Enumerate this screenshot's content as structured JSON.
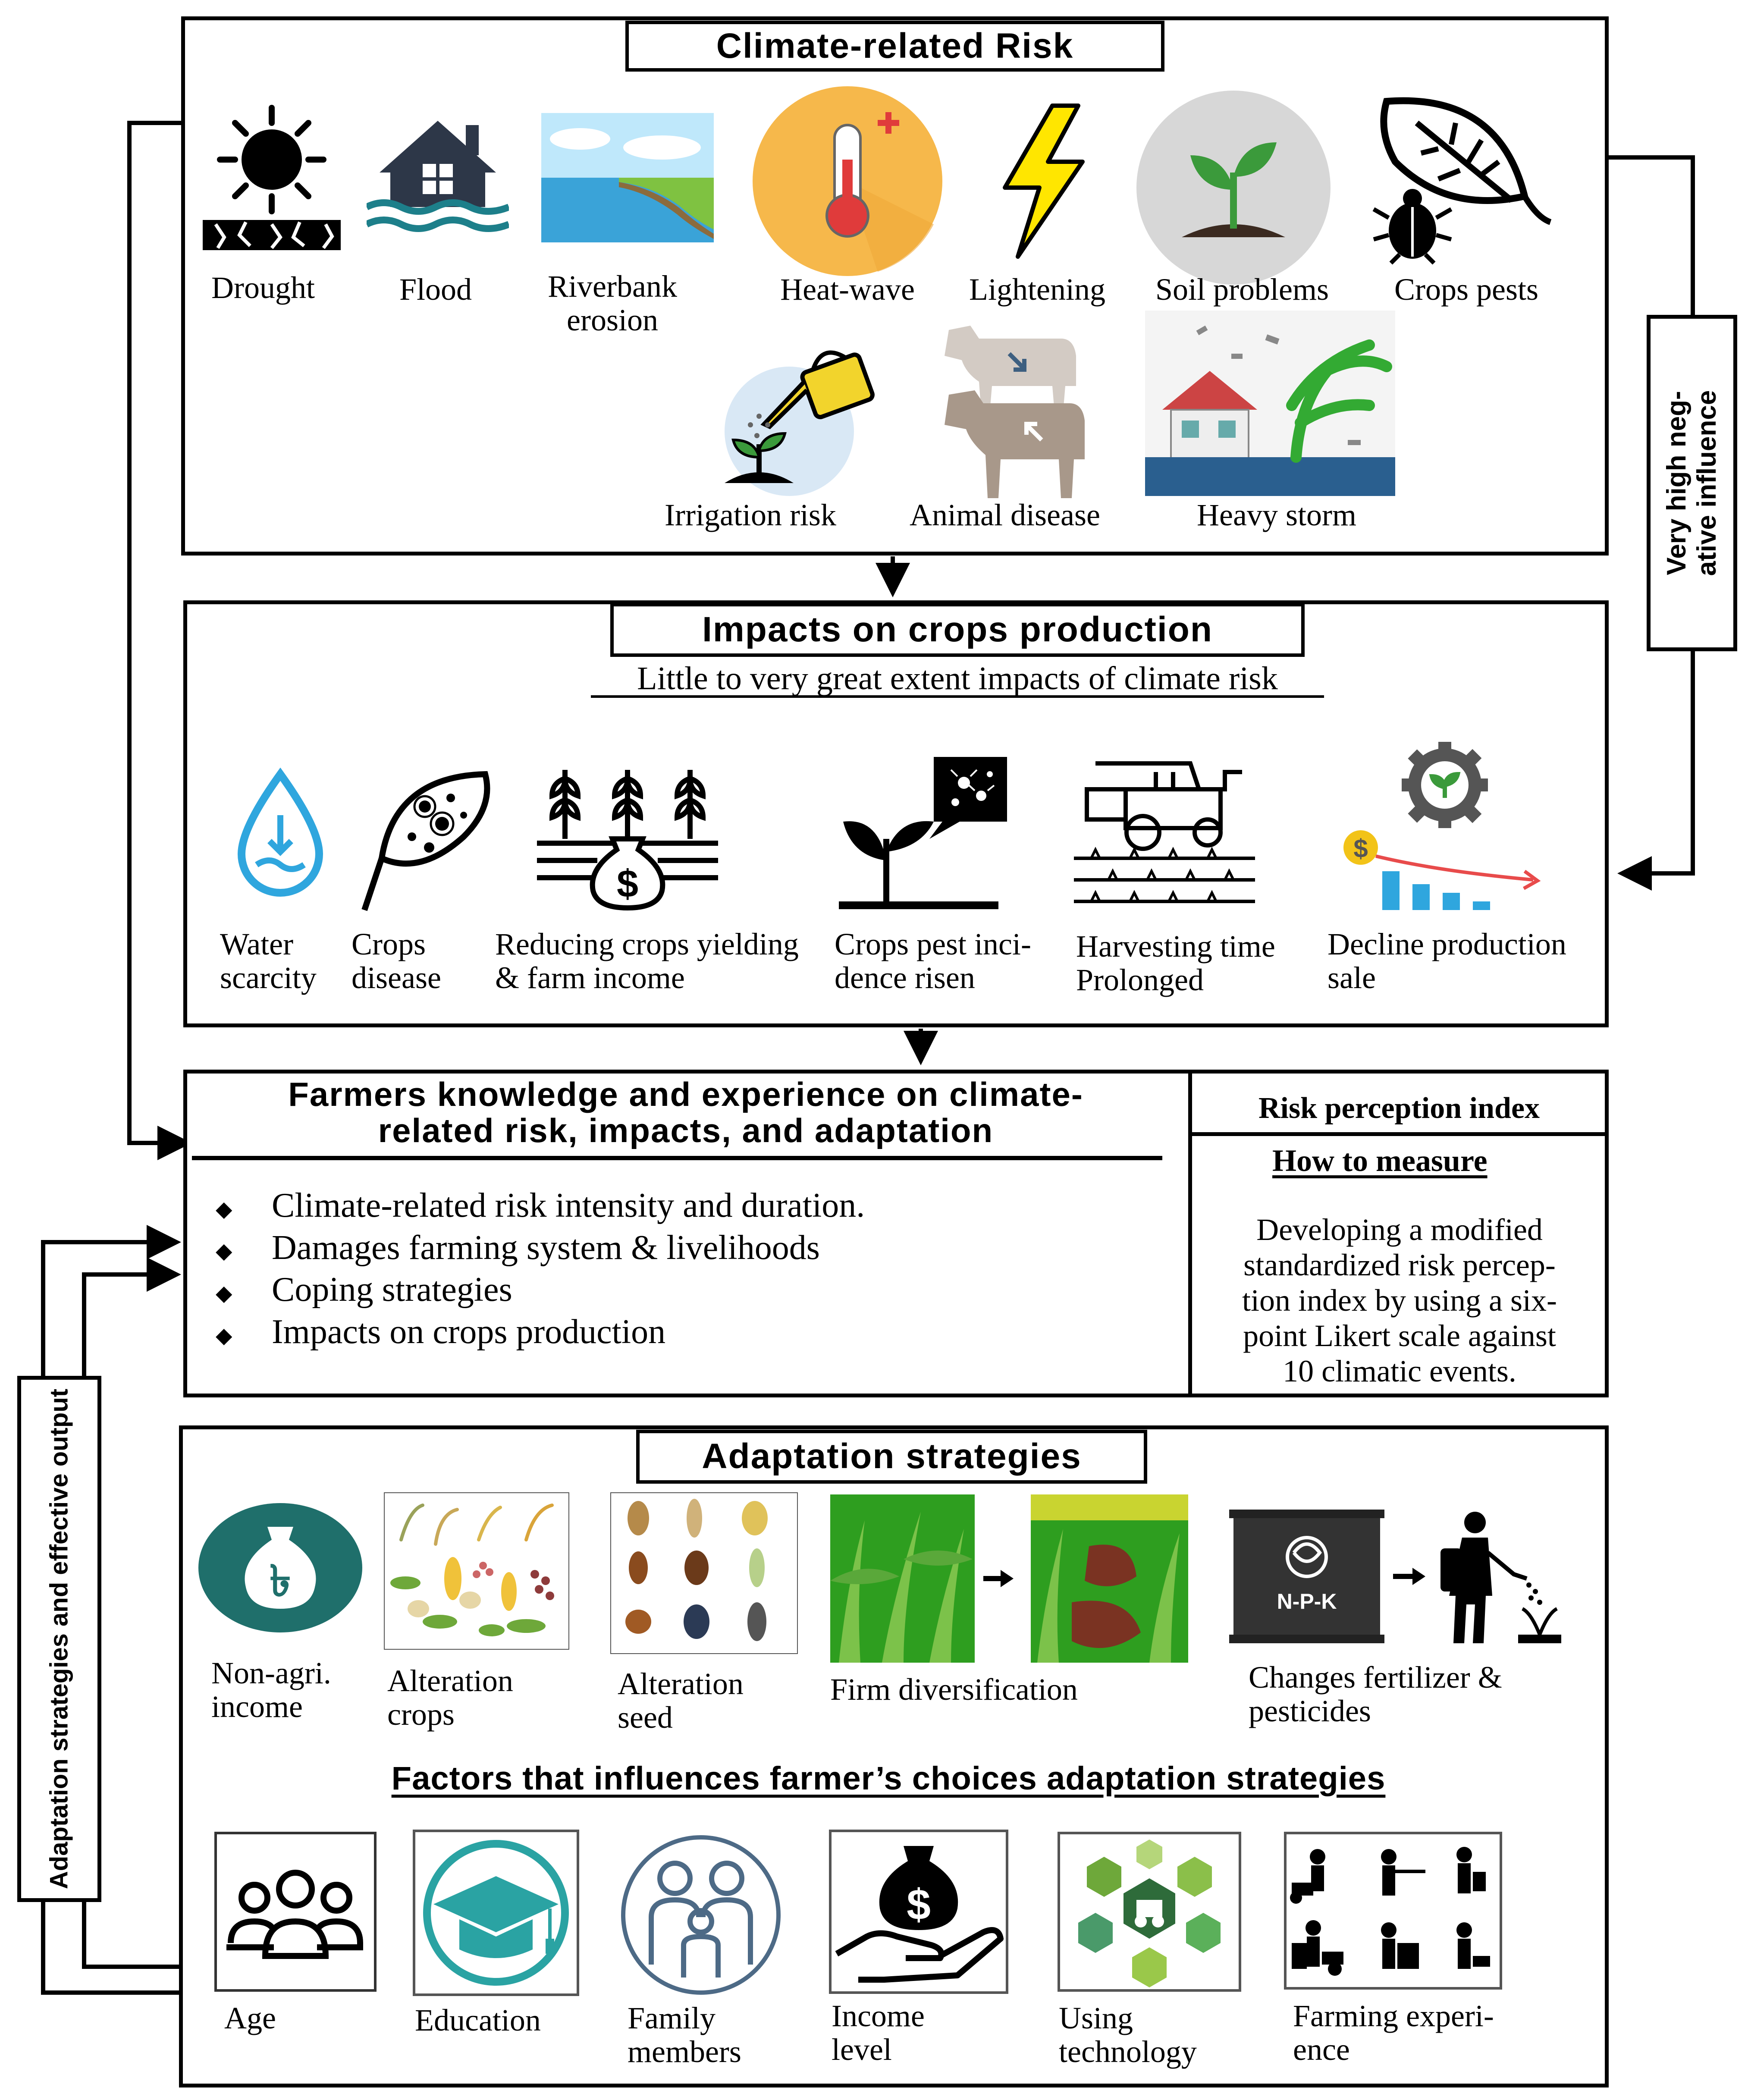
{
  "climate_risk": {
    "title": "Climate-related Risk",
    "items": [
      {
        "label": "Drought",
        "icon": "sun-drought-icon"
      },
      {
        "label": "Flood",
        "icon": "flooded-house-icon"
      },
      {
        "label_line1": "Riverbank",
        "label_line2": "erosion",
        "icon": "riverbank-icon"
      },
      {
        "label": "Heat-wave",
        "icon": "thermometer-icon"
      },
      {
        "label": "Lightening",
        "icon": "lightning-icon"
      },
      {
        "label": "Soil problems",
        "icon": "sprout-soil-icon"
      },
      {
        "label": "Crops pests",
        "icon": "leaf-bug-icon"
      },
      {
        "label": "Irrigation risk",
        "icon": "watering-can-icon"
      },
      {
        "label": "Animal disease",
        "icon": "cows-icon"
      },
      {
        "label": "Heavy storm",
        "icon": "storm-house-icon"
      }
    ]
  },
  "side_influence": {
    "line1": "Very high neg-",
    "line2": "ative influence"
  },
  "impacts": {
    "title": "Impacts on crops production",
    "subtitle": "Little to very great extent impacts of climate risk",
    "items": [
      {
        "line1": "Water",
        "line2": "scarcity",
        "icon": "water-drop-icon"
      },
      {
        "line1": "Crops",
        "line2": "disease",
        "icon": "diseased-leaf-icon"
      },
      {
        "line1": "Reducing crops yielding",
        "line2": "& farm income",
        "icon": "wheat-money-icon"
      },
      {
        "line1": "Crops pest inci-",
        "line2": "dence risen",
        "icon": "plant-pest-icon"
      },
      {
        "line1": "Harvesting time",
        "line2": "Prolonged",
        "icon": "harvester-icon"
      },
      {
        "line1": "Decline production",
        "line2": "sale",
        "icon": "decline-chart-icon"
      }
    ]
  },
  "knowledge": {
    "title_line1": "Farmers knowledge and experience on climate-",
    "title_line2": "related risk, impacts, and adaptation",
    "bullets": [
      "Climate-related risk intensity and duration.",
      "Damages farming system & livelihoods",
      "Coping strategies",
      "Impacts on crops production"
    ],
    "bullet_glyph": "◆"
  },
  "risk_index": {
    "title": "Risk perception index",
    "subtitle": "How to measure",
    "desc": [
      "Developing a modified",
      "standardized risk percep-",
      "tion index by using a six-",
      "point Likert scale against",
      "10 climatic events."
    ]
  },
  "left_side": {
    "label": "Adaptation strategies and effective output"
  },
  "adaptation": {
    "title": "Adaptation strategies",
    "items": [
      {
        "line1": "Non-agri.",
        "line2": "income",
        "icon": "money-bag-icon"
      },
      {
        "line1": "Alteration",
        "line2": "crops",
        "icon": "crops-collage-icon"
      },
      {
        "line1": "Alteration",
        "line2": "seed",
        "icon": "seeds-icon"
      },
      {
        "line1": "Firm diversification",
        "line2": "",
        "icon": "field-diversification-icon"
      },
      {
        "line1": "Changes fertilizer &",
        "line2": "pesticides",
        "icon": "fertilizer-bag-icon",
        "bag_text": "N-P-K"
      }
    ]
  },
  "factors": {
    "title": "Factors that influences farmer’s choices adaptation strategies",
    "items": [
      {
        "line1": "Age",
        "line2": "",
        "icon": "people-icon"
      },
      {
        "line1": "Education",
        "line2": "",
        "icon": "graduation-cap-icon"
      },
      {
        "line1": "Family",
        "line2": "members",
        "icon": "family-icon"
      },
      {
        "line1": "Income",
        "line2": "level",
        "icon": "hand-money-icon"
      },
      {
        "line1": "Using",
        "line2": "technology",
        "icon": "technology-hex-icon"
      },
      {
        "line1": "Farming experi-",
        "line2": "ence",
        "icon": "farmers-icon"
      }
    ]
  },
  "colors": {
    "border": "#000000",
    "accent_orange": "#f6b84b",
    "accent_teal": "#1f6f6b",
    "accent_blue": "#2fa6de",
    "leaf_green": "#3b9a3b",
    "field_green": "#2e9e1f"
  }
}
